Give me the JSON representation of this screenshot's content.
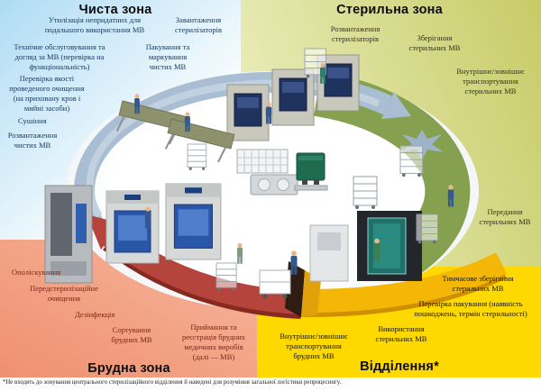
{
  "zones": {
    "clean": {
      "title": "Чиста зона",
      "labels": [
        "Утилізація непридатних для подальшого використання МВ",
        "Завантаження стерилізаторів",
        "Технічне обслуговування та догляд за МВ (перевірка на функціональність)",
        "Пакування та маркування чистих МВ",
        "Перевірка якості проведеного очищення (на приховану кров і мийні засоби)",
        "Сушіння",
        "Розвантаження чистих МВ"
      ]
    },
    "sterile": {
      "title": "Стерильна зона",
      "labels": [
        "Розвантаження стерилізаторів",
        "Зберігання стерильних МВ",
        "Внутрішнє/зовнішнє транспортування стерильних МВ",
        "Передання стерильних МВ"
      ]
    },
    "dirty": {
      "title": "Брудна зона",
      "labels": [
        "Ополіскування",
        "Передстерилізаційне очищення",
        "Дезінфекція",
        "Сортування брудних МВ",
        "Приймання та реєстрація брудних медичних виробів (далі — МВ)"
      ]
    },
    "department": {
      "title": "Відділення*",
      "labels": [
        "Тимчасове зберігання стерильних МВ",
        "Перевірка пакування (наявність пошкоджень, термін стерильності)",
        "Використання стерильних МВ",
        "Внутрішнє/зовнішнє транспортування брудних МВ"
      ]
    }
  },
  "footnote": "*Не входять до зонування центрального стерилізаційного відділення й наведені для розуміння загальної логістики репроцесингу.",
  "colors": {
    "clean_zone_bg": "#b5dff5",
    "sterile_zone_bg": "#c8cc68",
    "dirty_zone_bg": "#f0926f",
    "department_zone_bg": "#ffd900",
    "clean_flow_band": "#a9bdd3",
    "sterile_floor_band": "#85a150",
    "dirty_flow_band": "#b5443c",
    "department_flow_band": "#f4b706"
  }
}
